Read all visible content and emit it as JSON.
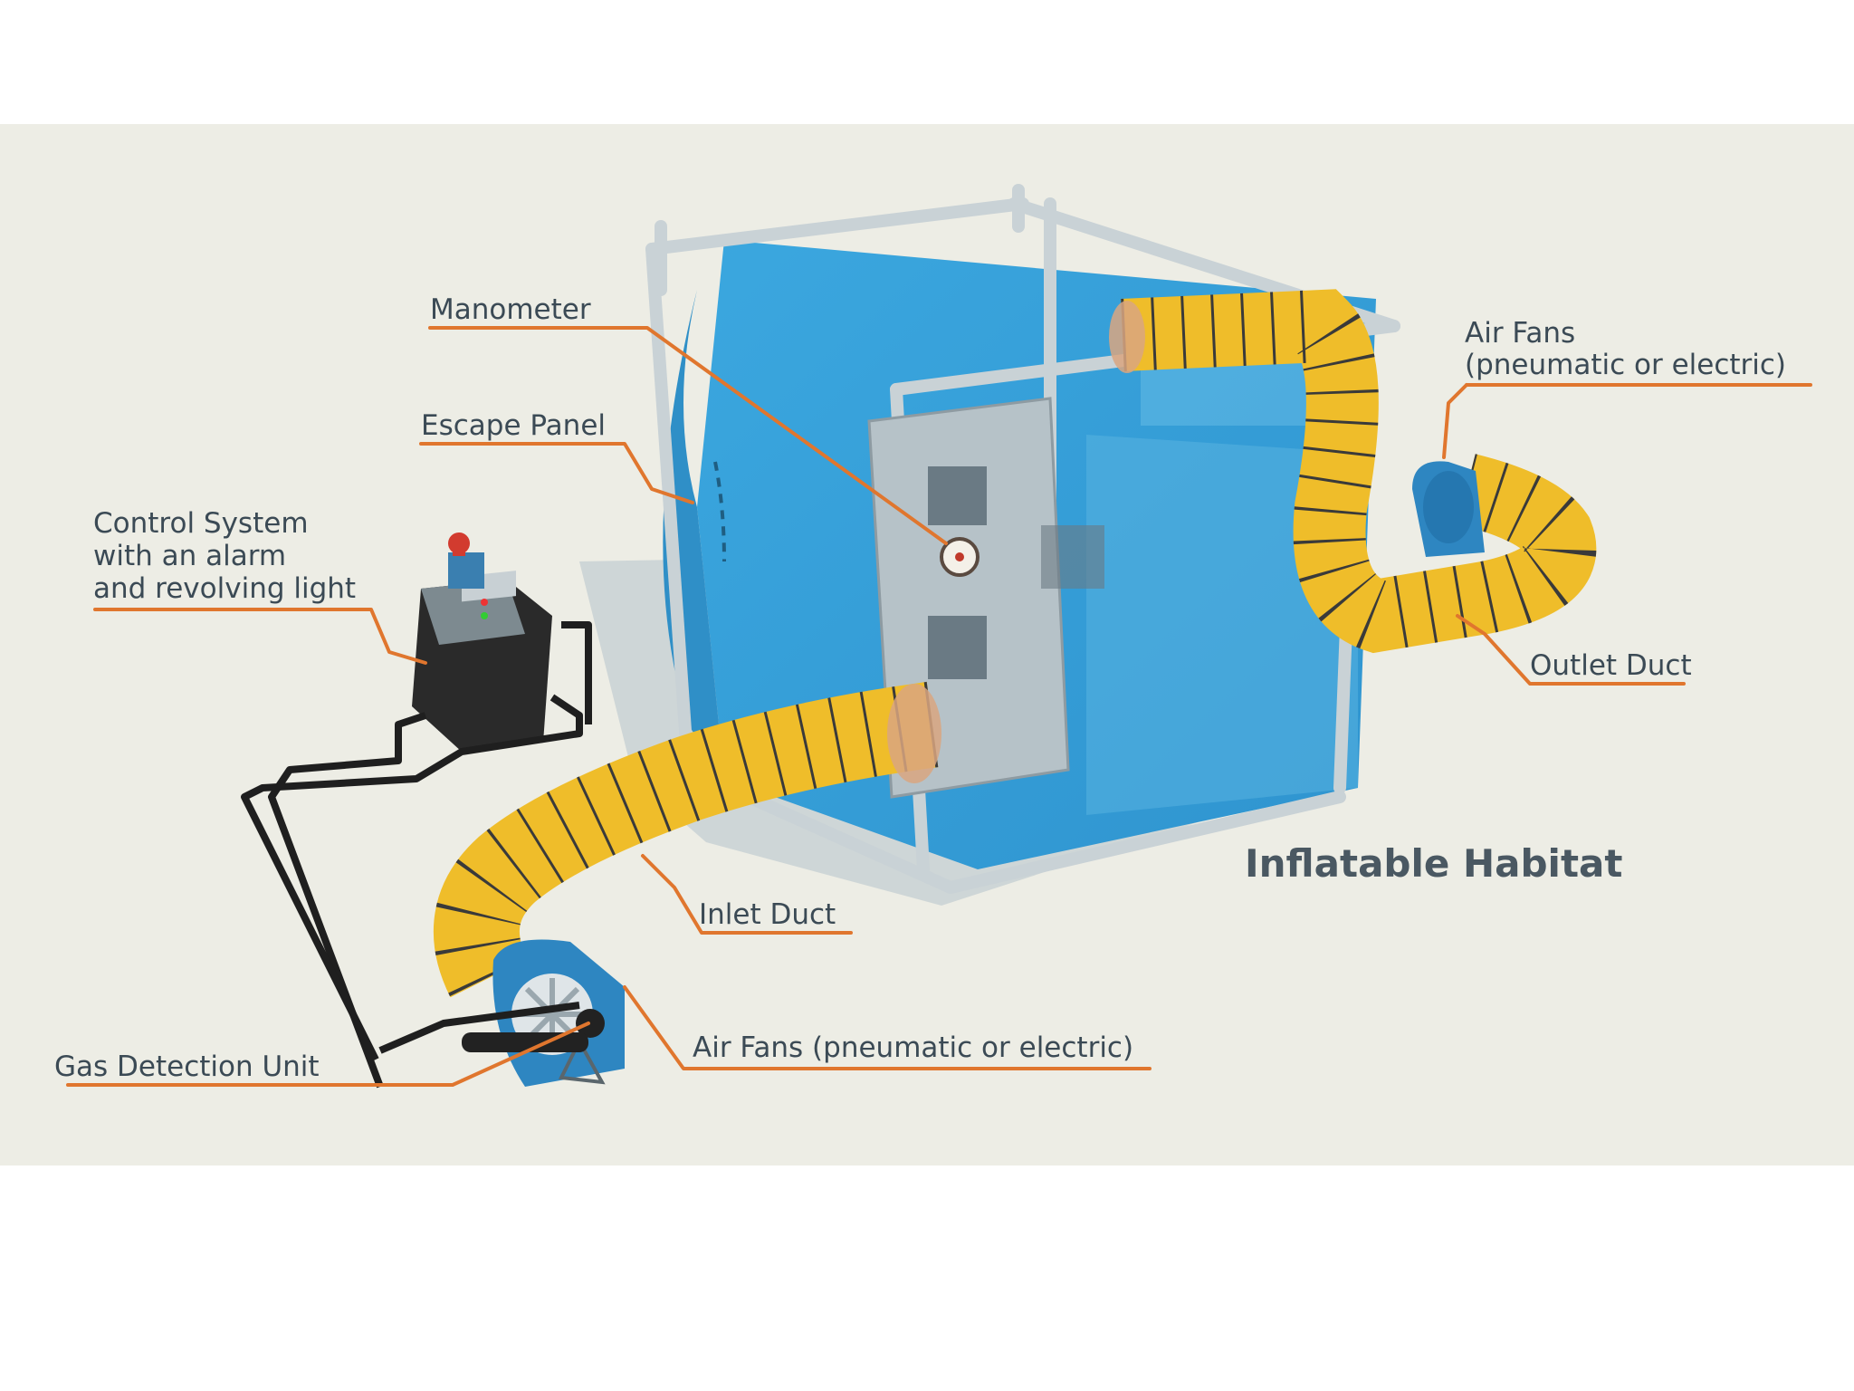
{
  "diagram": {
    "title": "Inflatable Habitat",
    "colors": {
      "background": "#edede5",
      "habitat_blue": "#3aa4dc",
      "duct_yellow": "#efbd2a",
      "frame_grey": "#c9d2d6",
      "leader_orange": "#e0762e",
      "label_text": "#3b4a55"
    },
    "labels": {
      "manometer": "Manometer",
      "escape_panel": "Escape Panel",
      "control_line1": "Control System",
      "control_line2": "with an alarm",
      "control_line3": "and revolving light",
      "air_fans_top_line1": "Air Fans",
      "air_fans_top_line2": "(pneumatic or electric)",
      "outlet_duct": "Outlet Duct",
      "inlet_duct": "Inlet Duct",
      "air_fans_bottom": "Air Fans (pneumatic or electric)",
      "gas_detection": "Gas Detection Unit"
    }
  }
}
